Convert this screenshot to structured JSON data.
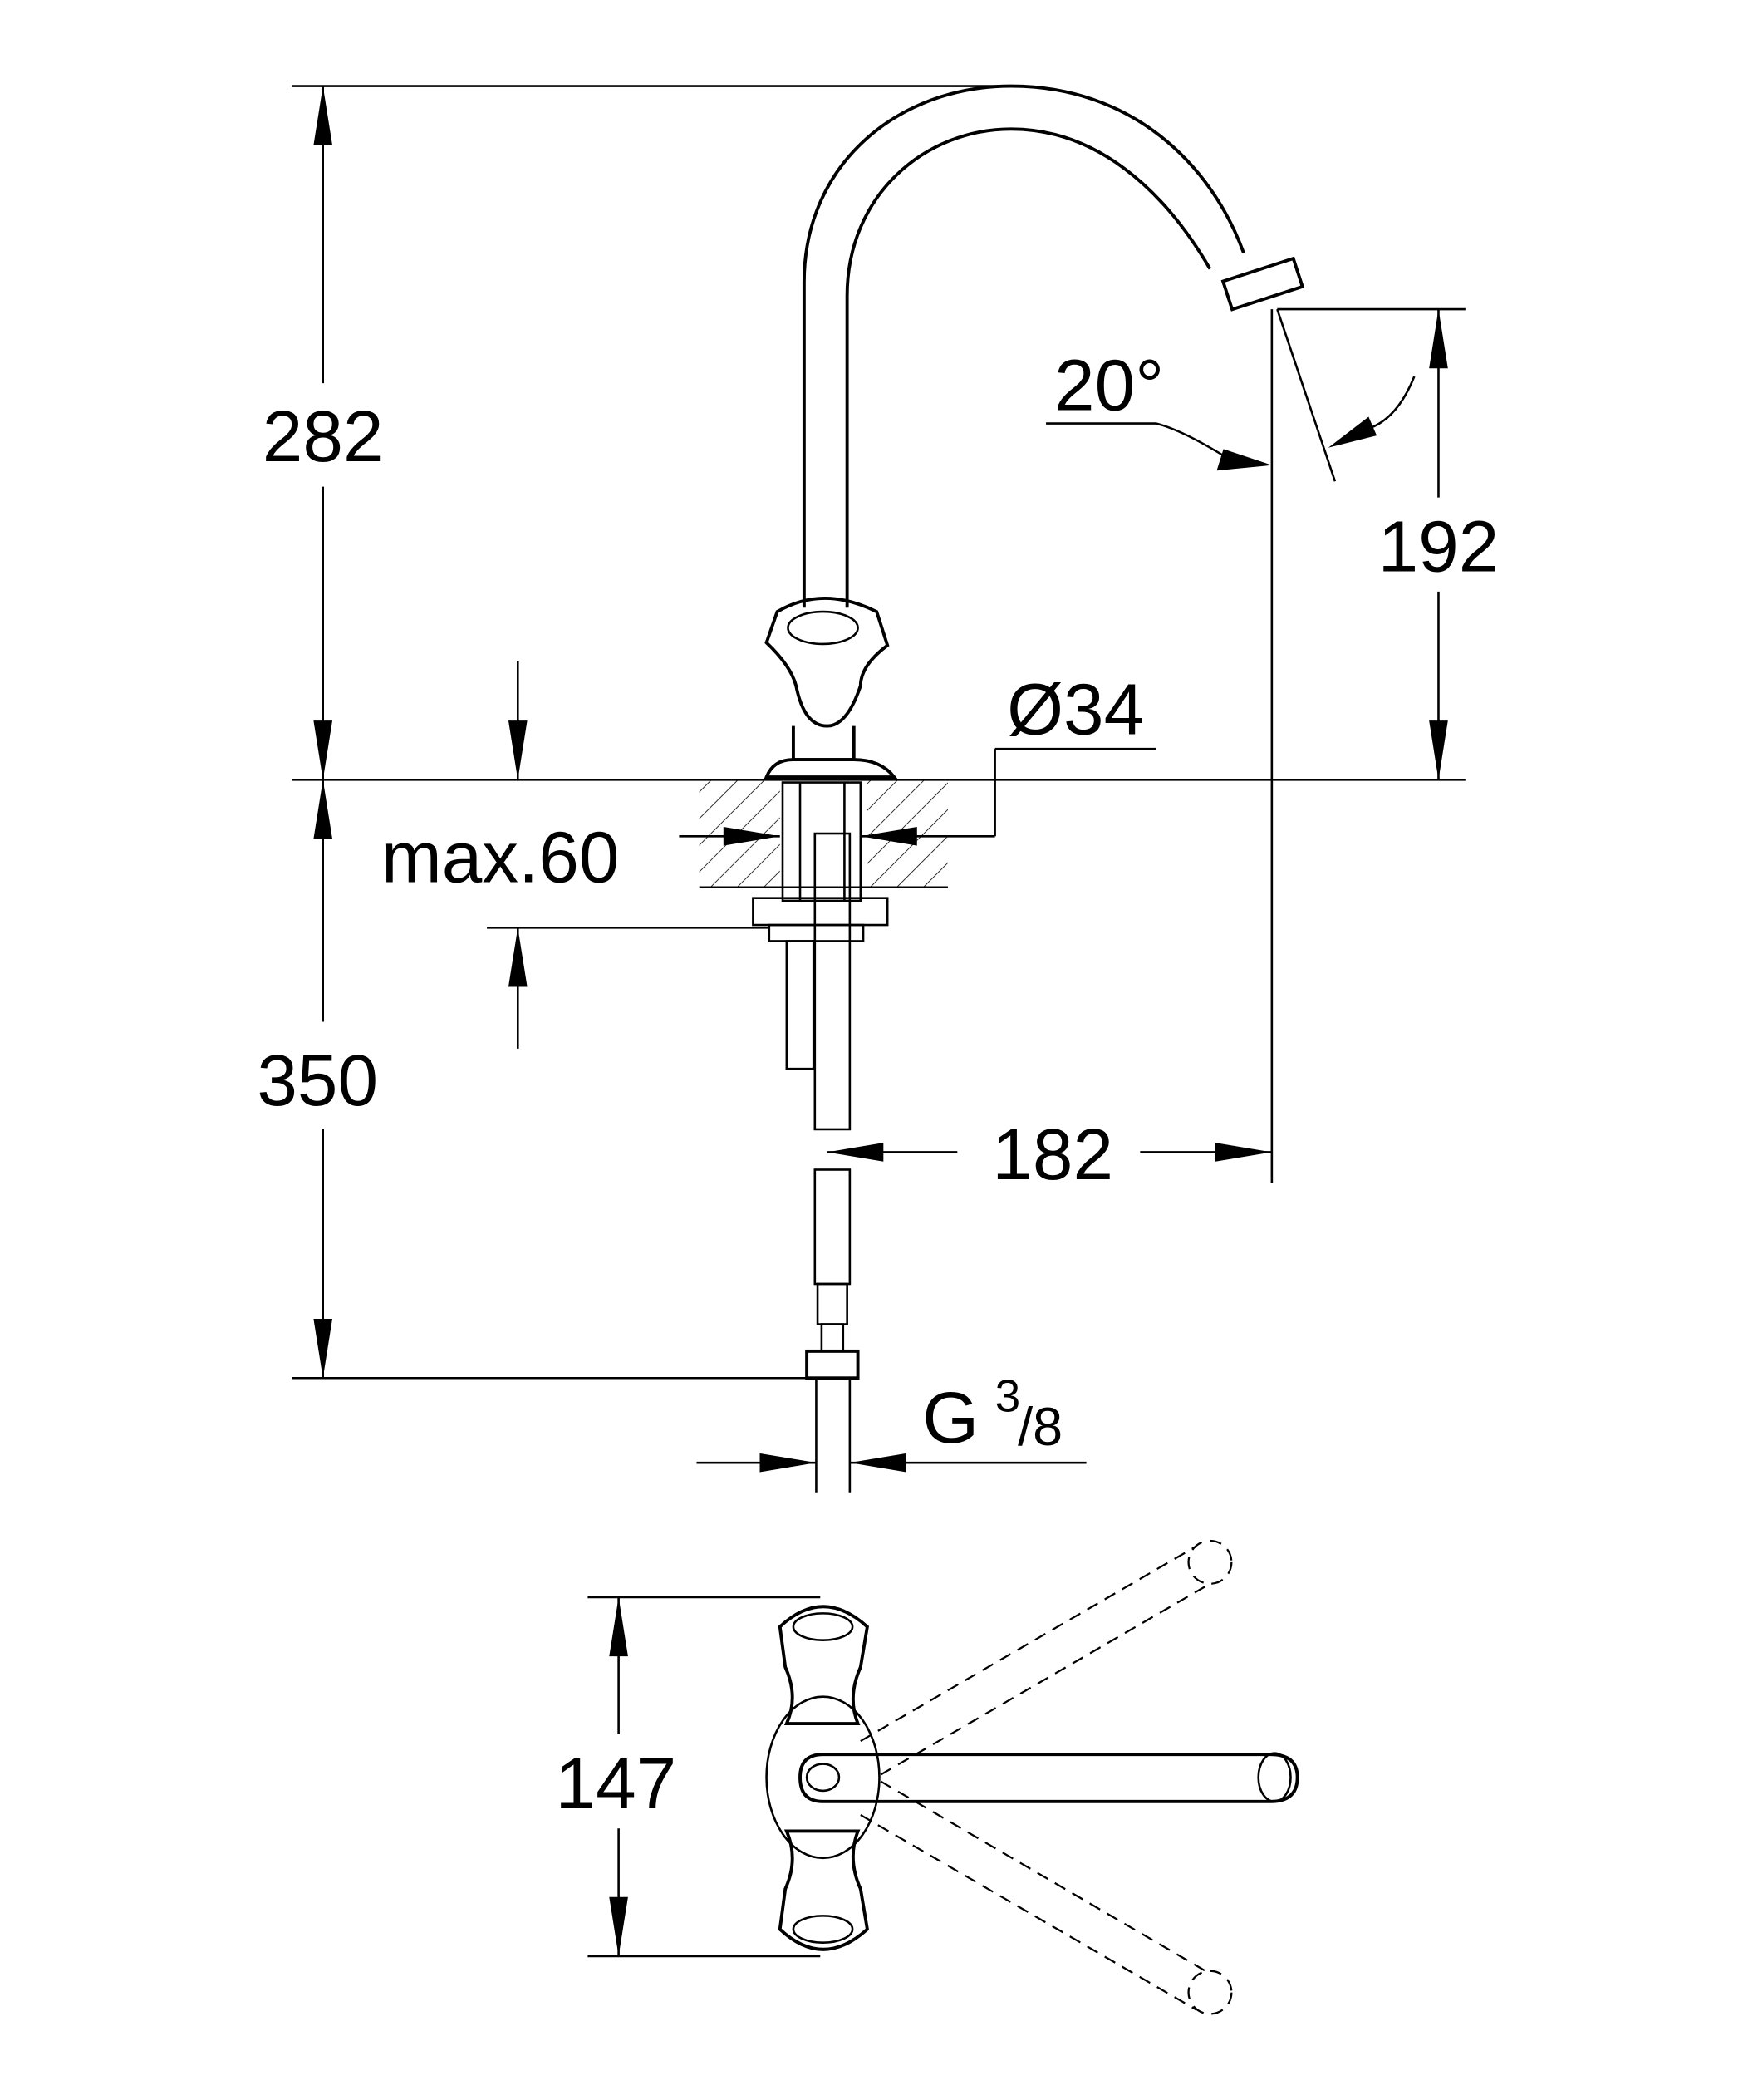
{
  "dimensions": {
    "total_height_above": "282",
    "spout_height": "192",
    "angle": "20°",
    "diameter": "Ø34",
    "max_thickness": "max.60",
    "hose_length": "350",
    "reach": "182",
    "connection_G": "G",
    "connection_num": "3",
    "connection_den": "/8",
    "top_view_depth": "147"
  },
  "colors": {
    "line": "#000000",
    "background": "#ffffff"
  }
}
